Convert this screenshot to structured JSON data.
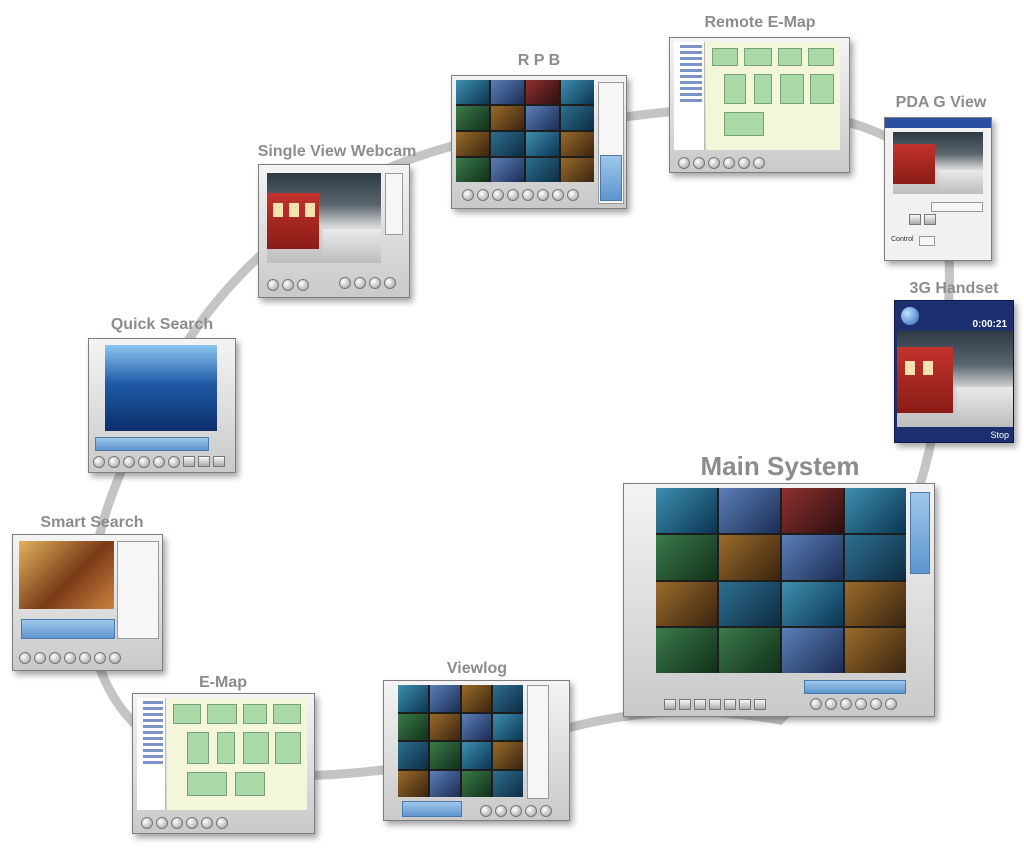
{
  "labels": {
    "main_system": "Main System",
    "viewlog": "Viewlog",
    "emap": "E-Map",
    "smart_search": "Smart Search",
    "quick_search": "Quick Search",
    "single_view_webcam": "Single View Webcam",
    "rpb": "R P B",
    "remote_emap": "Remote E-Map",
    "pda_gview": "PDA G View",
    "handset_3g": "3G Handset"
  },
  "handset": {
    "time": "0:00:21",
    "stop": "Stop"
  },
  "pda": {
    "control": "Control"
  },
  "colors": {
    "label_gray": "#8c8c8c",
    "ring_gray": "#c4c4c4",
    "window_gray": "#cfcfcf",
    "screen_blue": "#5e95cf",
    "map_green": "#a9d9a6"
  },
  "icons": [
    "play-icon",
    "stop-icon",
    "record-icon",
    "camera-icon",
    "settings-icon"
  ]
}
